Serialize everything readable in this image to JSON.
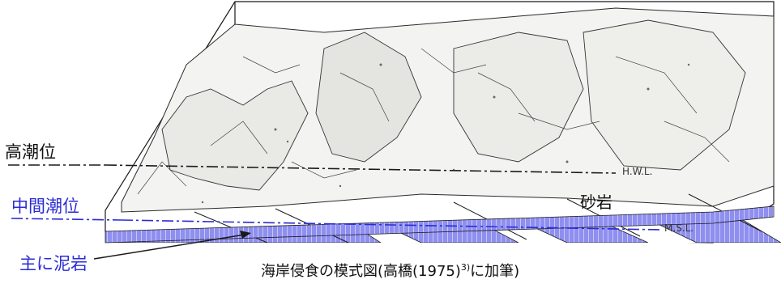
{
  "labels": {
    "high_tide": "高潮位",
    "mid_tide": "中間潮位",
    "mudstone": "主に泥岩",
    "sandstone": "砂岩",
    "hwl": "H.W.L.",
    "msl": "M.S.L."
  },
  "caption": {
    "prefix": "海岸侵食の模式図(高橋(1975)",
    "ref": "3)",
    "suffix": "に加筆)"
  },
  "colors": {
    "mud_stripe": "#8f8ff0",
    "blue_label": "#2b2bd6",
    "ink": "#1a1a1a"
  }
}
